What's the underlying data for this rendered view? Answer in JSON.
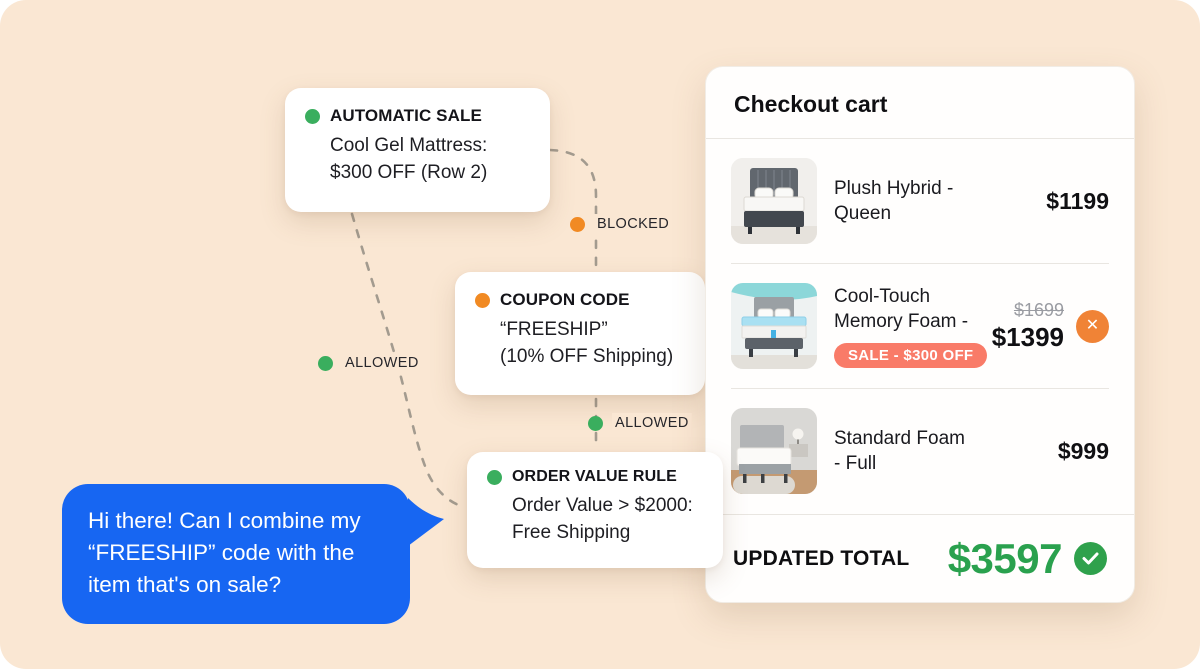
{
  "canvas": {
    "background_color": "#fae7d3"
  },
  "rule_cards": [
    {
      "id": "automatic-sale",
      "status_color": "#3aae5e",
      "title": "AUTOMATIC SALE",
      "lines": [
        "Cool Gel Mattress:",
        "$300 OFF (Row 2)"
      ]
    },
    {
      "id": "coupon-code",
      "status_color": "#f18a23",
      "title": "COUPON CODE",
      "lines": [
        "“FREESHIP”",
        "(10% OFF Shipping)"
      ]
    },
    {
      "id": "order-value-rule",
      "status_color": "#3aae5e",
      "title": "ORDER VALUE RULE",
      "lines": [
        "Order Value > $2000:",
        "Free Shipping"
      ]
    }
  ],
  "flow_labels": [
    {
      "id": "blocked",
      "text": "BLOCKED",
      "dot_color": "#f18a23"
    },
    {
      "id": "allowed-1",
      "text": "ALLOWED",
      "dot_color": "#3aae5e"
    },
    {
      "id": "allowed-2",
      "text": "ALLOWED",
      "dot_color": "#3aae5e"
    }
  ],
  "chat_bubble": {
    "text": "Hi there! Can I combine my “FREESHIP” code with the item that's on sale?",
    "background_color": "#1766f2"
  },
  "cart": {
    "title": "Checkout cart",
    "items": [
      {
        "name_line1": "Plush Hybrid -",
        "name_line2": "Queen",
        "price": "$1199"
      },
      {
        "name_line1": "Cool-Touch",
        "name_line2": "Memory Foam -",
        "price": "$1399",
        "old_price": "$1699",
        "badge": "SALE - $300 OFF",
        "remove_icon": "x-icon"
      },
      {
        "name_line1": "Standard Foam",
        "name_line2": "- Full",
        "price": "$999"
      }
    ],
    "footer": {
      "label": "UPDATED TOTAL",
      "total": "$3597",
      "total_color": "#2aa14e",
      "check_icon_color": "#2fa14c"
    }
  },
  "colors": {
    "sale_badge": "#f97b68",
    "remove_button": "#f08336",
    "connector_dash": "#a39b8f"
  }
}
